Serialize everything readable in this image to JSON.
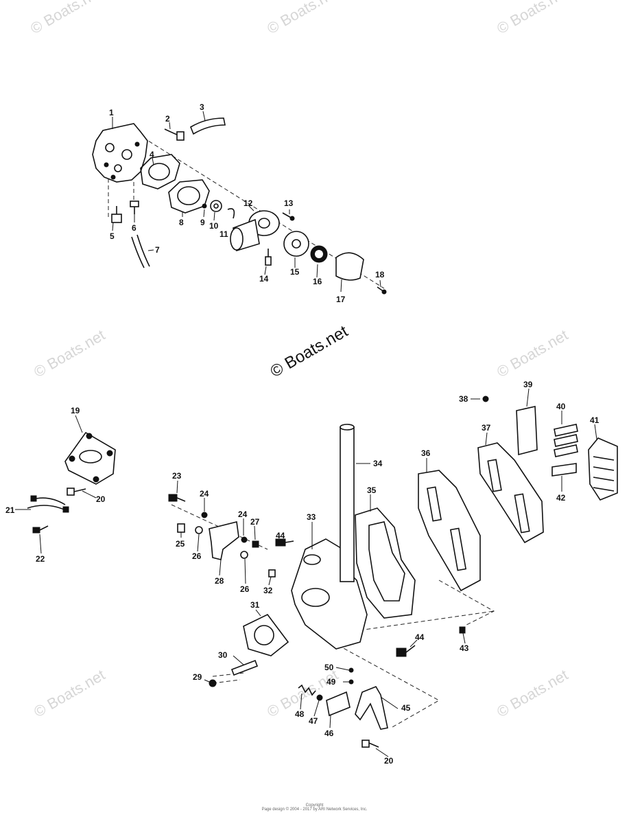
{
  "watermarks": {
    "corner": "© Boats.net",
    "center": "© Boats.net"
  },
  "footer": {
    "line1": "Copyright",
    "line2": "Page design © 2004 - 2017 by ARI Network Services, Inc."
  },
  "callouts": [
    "1",
    "2",
    "3",
    "4",
    "5",
    "6",
    "7",
    "8",
    "9",
    "10",
    "11",
    "12",
    "13",
    "14",
    "15",
    "16",
    "17",
    "18",
    "19",
    "20",
    "21",
    "22",
    "23",
    "24",
    "24",
    "25",
    "26",
    "26",
    "27",
    "28",
    "29",
    "30",
    "31",
    "32",
    "33",
    "34",
    "35",
    "36",
    "37",
    "38",
    "39",
    "40",
    "41",
    "42",
    "43",
    "44",
    "44",
    "45",
    "46",
    "47",
    "48",
    "49",
    "50",
    "20"
  ]
}
